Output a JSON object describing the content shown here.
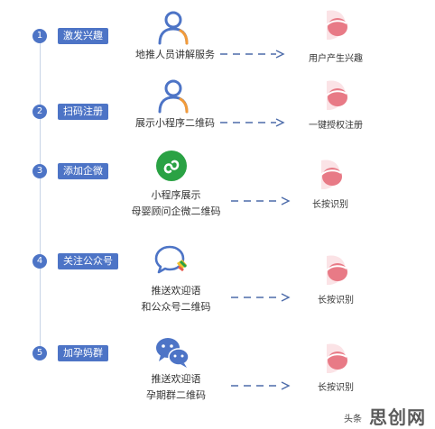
{
  "colors": {
    "accent": "#4d74c6",
    "icon_person": "#4d74c6",
    "icon_person_orange": "#f29b3a",
    "mini_program_green": "#2aa244",
    "arrow": "#4d6caa",
    "belly_pink": "#e87a86"
  },
  "steps": [
    {
      "number": "1",
      "tag": "激发兴趣",
      "icon": "person-icon",
      "description": [
        "地推人员讲解服务"
      ],
      "result": "用户产生兴趣"
    },
    {
      "number": "2",
      "tag": "扫码注册",
      "icon": "person-icon",
      "description": [
        "展示小程序二维码"
      ],
      "result": "一键授权注册"
    },
    {
      "number": "3",
      "tag": "添加企微",
      "icon": "mini-program-icon",
      "description": [
        "小程序展示",
        "母婴顾问企微二维码"
      ],
      "result": "长按识别"
    },
    {
      "number": "4",
      "tag": "关注公众号",
      "icon": "chat-bubble-icon",
      "description": [
        "推送欢迎语",
        "和公众号二维码"
      ],
      "result": "长按识别"
    },
    {
      "number": "5",
      "tag": "加孕妈群",
      "icon": "group-chat-icon",
      "description": [
        "推送欢迎语",
        "孕期群二维码"
      ],
      "result": "长按识别"
    }
  ],
  "watermark": {
    "prefix": "头条",
    "logo": "思创网"
  }
}
